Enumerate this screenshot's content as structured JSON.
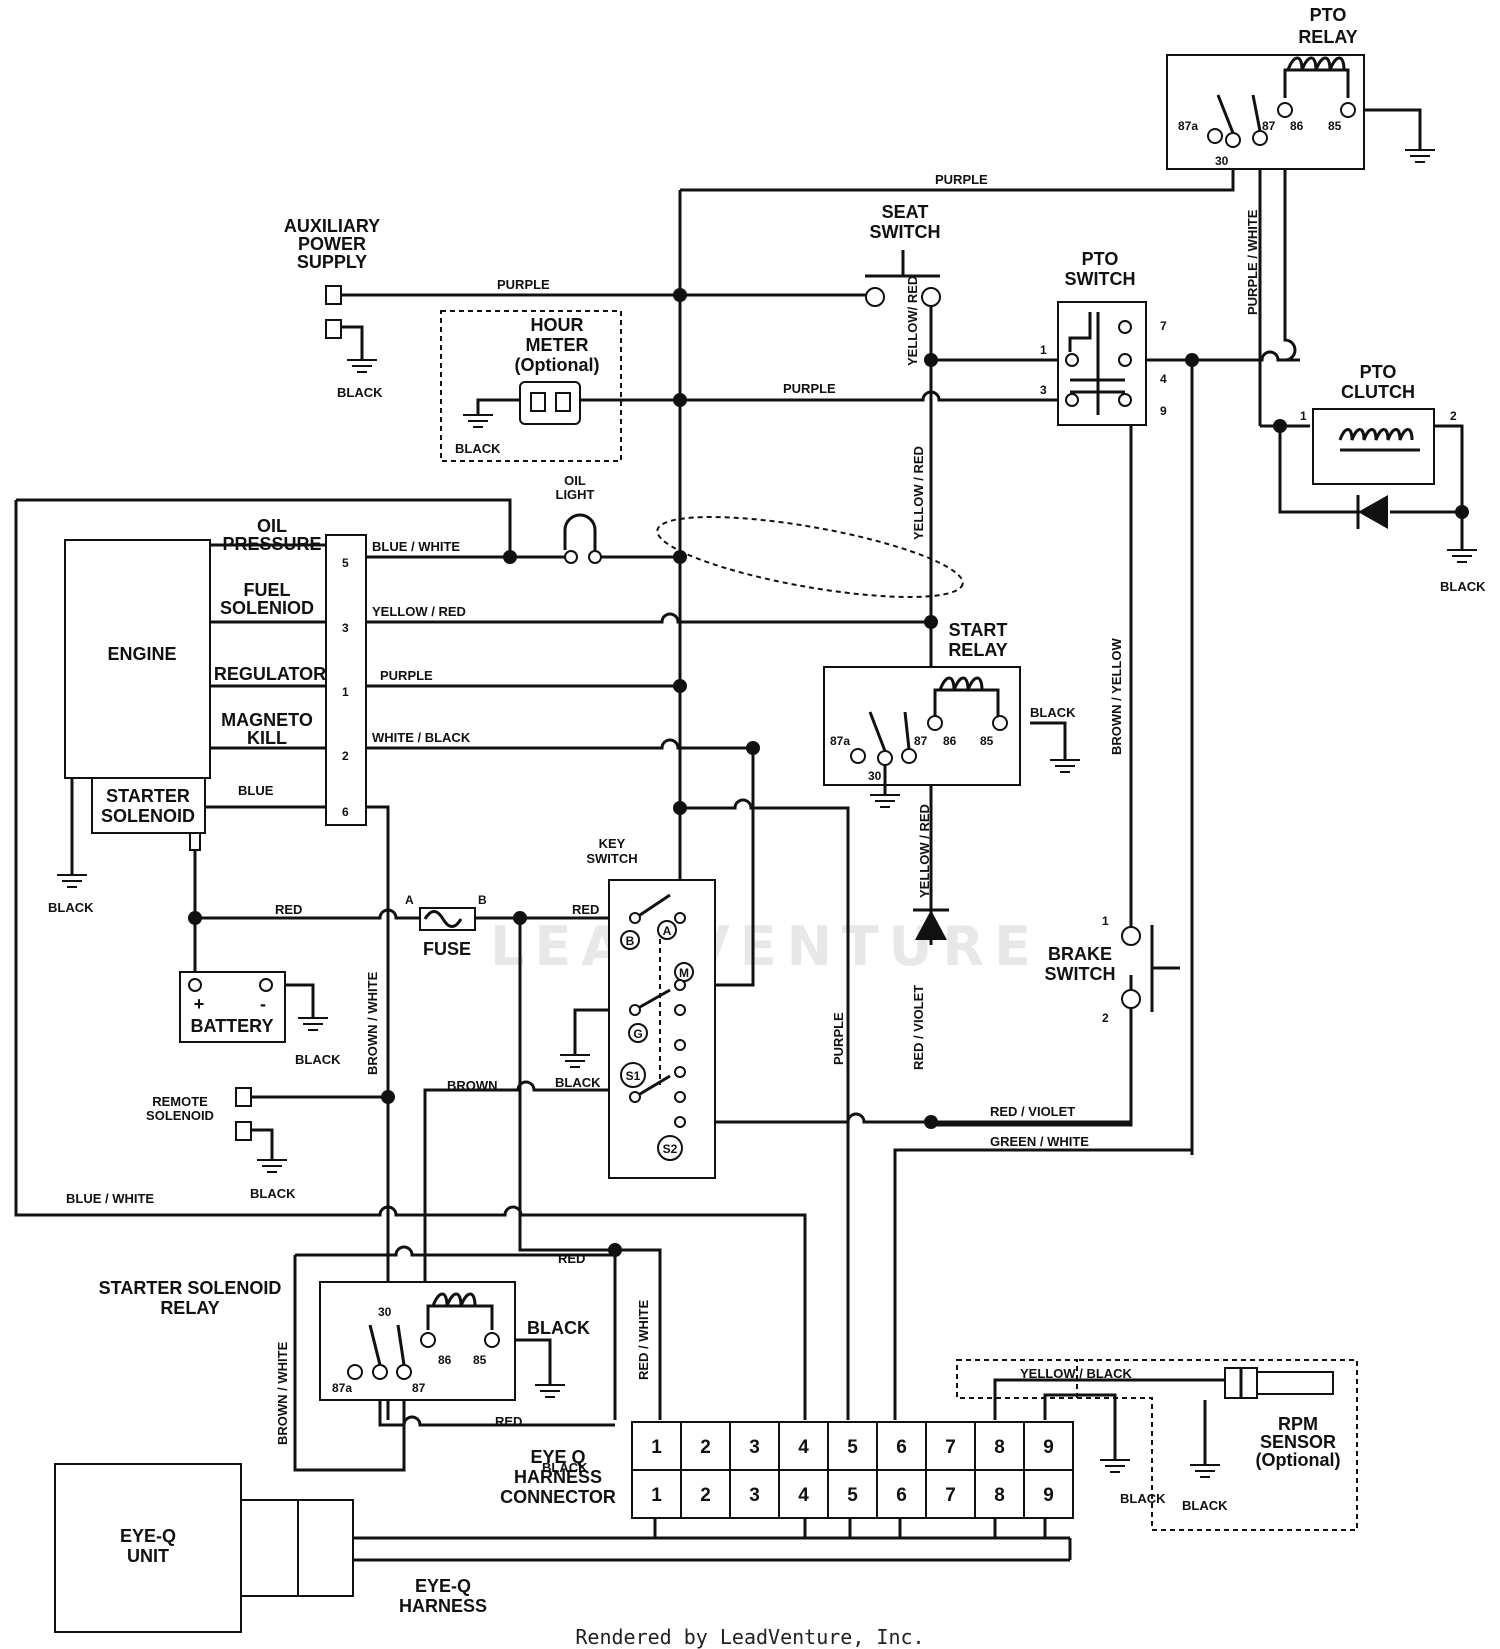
{
  "footer": "Rendered by LeadVenture, Inc.",
  "watermark": "LEADVENTURE",
  "components": {
    "pto_relay": [
      "PTO",
      "RELAY"
    ],
    "aux_power": [
      "AUXILIARY",
      "POWER",
      "SUPPLY"
    ],
    "seat_switch": [
      "SEAT",
      "SWITCH"
    ],
    "pto_switch": [
      "PTO",
      "SWITCH"
    ],
    "hour_meter": [
      "HOUR",
      "METER",
      "(Optional)"
    ],
    "pto_clutch": [
      "PTO",
      "CLUTCH"
    ],
    "oil_light": [
      "OIL",
      "LIGHT"
    ],
    "engine": "ENGINE",
    "oil_pressure": [
      "OIL",
      "PRESSURE"
    ],
    "fuel_solenoid": [
      "FUEL",
      "SOLENIOD"
    ],
    "regulator": "REGULATOR",
    "magneto_kill": [
      "MAGNETO",
      "KILL"
    ],
    "starter_solenoid": [
      "STARTER",
      "SOLENOID"
    ],
    "start_relay": [
      "START",
      "RELAY"
    ],
    "key_switch": [
      "KEY",
      "SWITCH"
    ],
    "fuse": "FUSE",
    "battery": "BATTERY",
    "brake_switch": [
      "BRAKE",
      "SWITCH"
    ],
    "remote_solenoid": [
      "REMOTE",
      "SOLENOID"
    ],
    "starter_solenoid_relay": [
      "STARTER SOLENOID",
      "RELAY"
    ],
    "eyeq_harness_connector": [
      "EYE Q",
      "HARNESS",
      "CONNECTOR"
    ],
    "eyeq_unit": [
      "EYE-Q",
      "UNIT"
    ],
    "eyeq_harness": [
      "EYE-Q",
      "HARNESS"
    ],
    "rpm_sensor": [
      "RPM",
      "SENSOR",
      "(Optional)"
    ]
  },
  "wires": {
    "purple": "PURPLE",
    "black": "BLACK",
    "blue_white": "BLUE / WHITE",
    "yellow_red": "YELLOW / RED",
    "yellow_red_v": "YELLOW/ RED",
    "white_black": "WHITE / BLACK",
    "blue": "BLUE",
    "red": "RED",
    "brown": "BROWN",
    "brown_white": "BROWN / WHITE",
    "red_violet": "RED / VIOLET",
    "green_white": "GREEN / WHITE",
    "brown_yellow": "BROWN / YELLOW",
    "purple_white": "PURPLE / WHITE",
    "red_white": "RED / WHITE",
    "yellow_black": "YELLOW / BLACK"
  },
  "pins": {
    "p87a": "87a",
    "p87": "87",
    "p86": "86",
    "p85": "85",
    "p30": "30",
    "n1": "1",
    "n2": "2",
    "n3": "3",
    "n4": "4",
    "n5": "5",
    "n6": "6",
    "n7": "7",
    "n9": "9",
    "fuse_a": "A",
    "fuse_b": "B",
    "plus": "+",
    "minus": "-",
    "key_B": "B",
    "key_A": "A",
    "key_M": "M",
    "key_G": "G",
    "key_S1": "S1",
    "key_S2": "S2"
  },
  "connector_cells": [
    "1",
    "2",
    "3",
    "4",
    "5",
    "6",
    "7",
    "8",
    "9"
  ]
}
